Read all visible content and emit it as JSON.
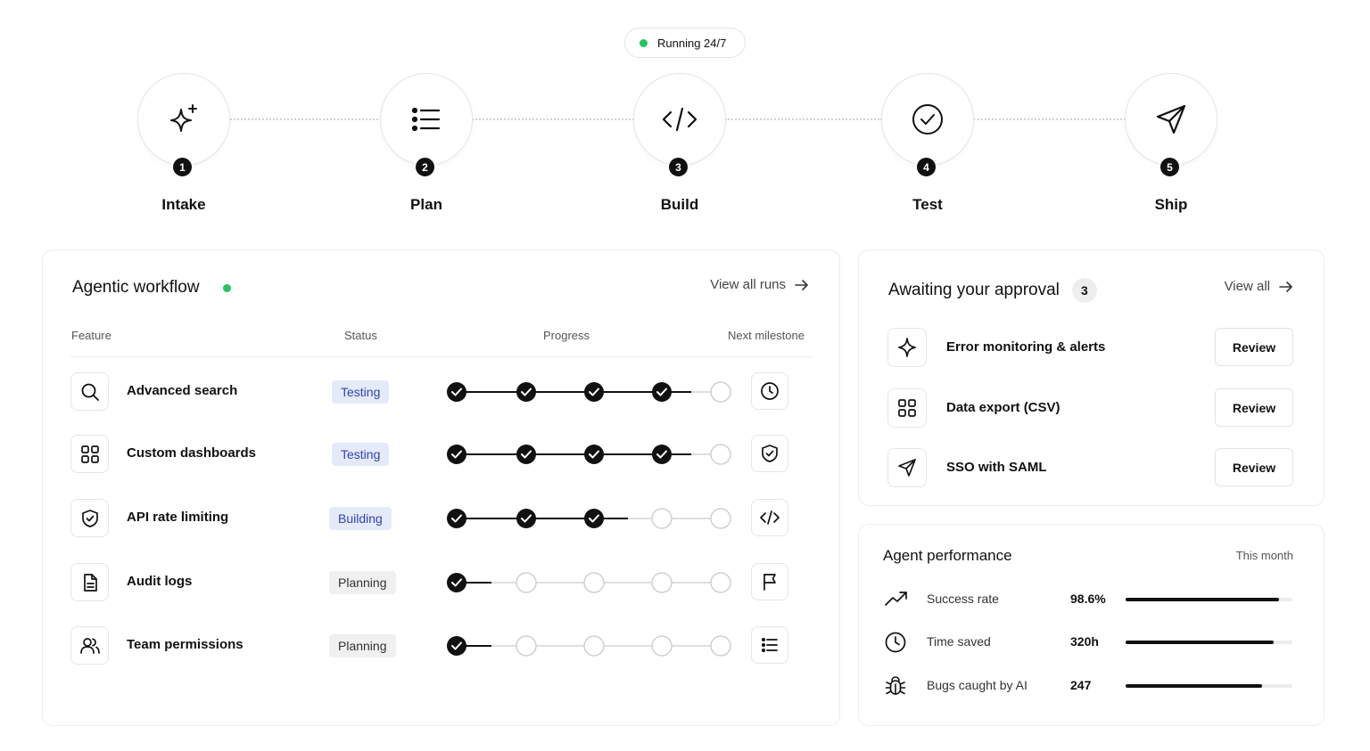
{
  "status_pill": {
    "label": "Running 24/7",
    "color": "#22c55e"
  },
  "pipeline": [
    {
      "number": "1",
      "label": "Intake",
      "icon": "sparkle-icon"
    },
    {
      "number": "2",
      "label": "Plan",
      "icon": "list-icon"
    },
    {
      "number": "3",
      "label": "Build",
      "icon": "code-icon"
    },
    {
      "number": "4",
      "label": "Test",
      "icon": "check-circle-icon"
    },
    {
      "number": "5",
      "label": "Ship",
      "icon": "send-icon"
    }
  ],
  "workflow": {
    "title": "Agentic workflow",
    "view_all_label": "View all runs",
    "columns": {
      "feature": "Feature",
      "status": "Status",
      "progress": "Progress",
      "milestone": "Next milestone"
    },
    "rows": [
      {
        "feature": "Advanced search",
        "icon": "search-icon",
        "status": "Testing",
        "status_style": "blue",
        "completed_steps": 4,
        "total_steps": 5,
        "milestone_icon": "clock-icon"
      },
      {
        "feature": "Custom dashboards",
        "icon": "grid-icon",
        "status": "Testing",
        "status_style": "blue",
        "completed_steps": 4,
        "total_steps": 5,
        "milestone_icon": "shield-check-icon"
      },
      {
        "feature": "API rate limiting",
        "icon": "shield-check-icon",
        "status": "Building",
        "status_style": "blue",
        "completed_steps": 3,
        "total_steps": 5,
        "milestone_icon": "code-icon"
      },
      {
        "feature": "Audit logs",
        "icon": "file-text-icon",
        "status": "Planning",
        "status_style": "gray",
        "completed_steps": 1,
        "total_steps": 5,
        "milestone_icon": "flag-icon"
      },
      {
        "feature": "Team permissions",
        "icon": "users-icon",
        "status": "Planning",
        "status_style": "gray",
        "completed_steps": 1,
        "total_steps": 5,
        "milestone_icon": "list-icon"
      }
    ]
  },
  "approval": {
    "title": "Awaiting your approval",
    "count": "3",
    "view_all_label": "View all",
    "items": [
      {
        "name": "Error monitoring & alerts",
        "icon": "sparkle-icon",
        "action": "Review"
      },
      {
        "name": "Data export (CSV)",
        "icon": "grid-icon",
        "action": "Review"
      },
      {
        "name": "SSO with SAML",
        "icon": "send-icon",
        "action": "Review"
      }
    ]
  },
  "performance": {
    "title": "Agent performance",
    "period": "This month",
    "metrics": [
      {
        "label": "Success rate",
        "value": "98.6%",
        "icon": "trending-up-icon",
        "bar_fraction": 0.92
      },
      {
        "label": "Time saved",
        "value": "320h",
        "icon": "clock-icon",
        "bar_fraction": 0.89
      },
      {
        "label": "Bugs caught by AI",
        "value": "247",
        "icon": "bug-icon",
        "bar_fraction": 0.82
      }
    ]
  }
}
